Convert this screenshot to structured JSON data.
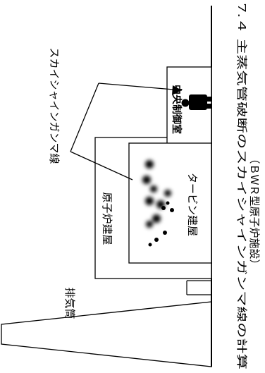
{
  "caption": {
    "line1": "7.４ 主蒸気管破断のスカイシャインガンマ線の計算",
    "line2": "（ＢＷＲ型原子炉施設）"
  },
  "labels": {
    "skyshine": "スカイシャインガンマ線",
    "control_room": "中央制御室",
    "turbine_building": "タービン建屋",
    "reactor_building": "原子炉建屋",
    "exhaust_stack": "排気筒"
  },
  "colors": {
    "line": "#000000",
    "cloud": "#000000",
    "background": "#ffffff"
  }
}
